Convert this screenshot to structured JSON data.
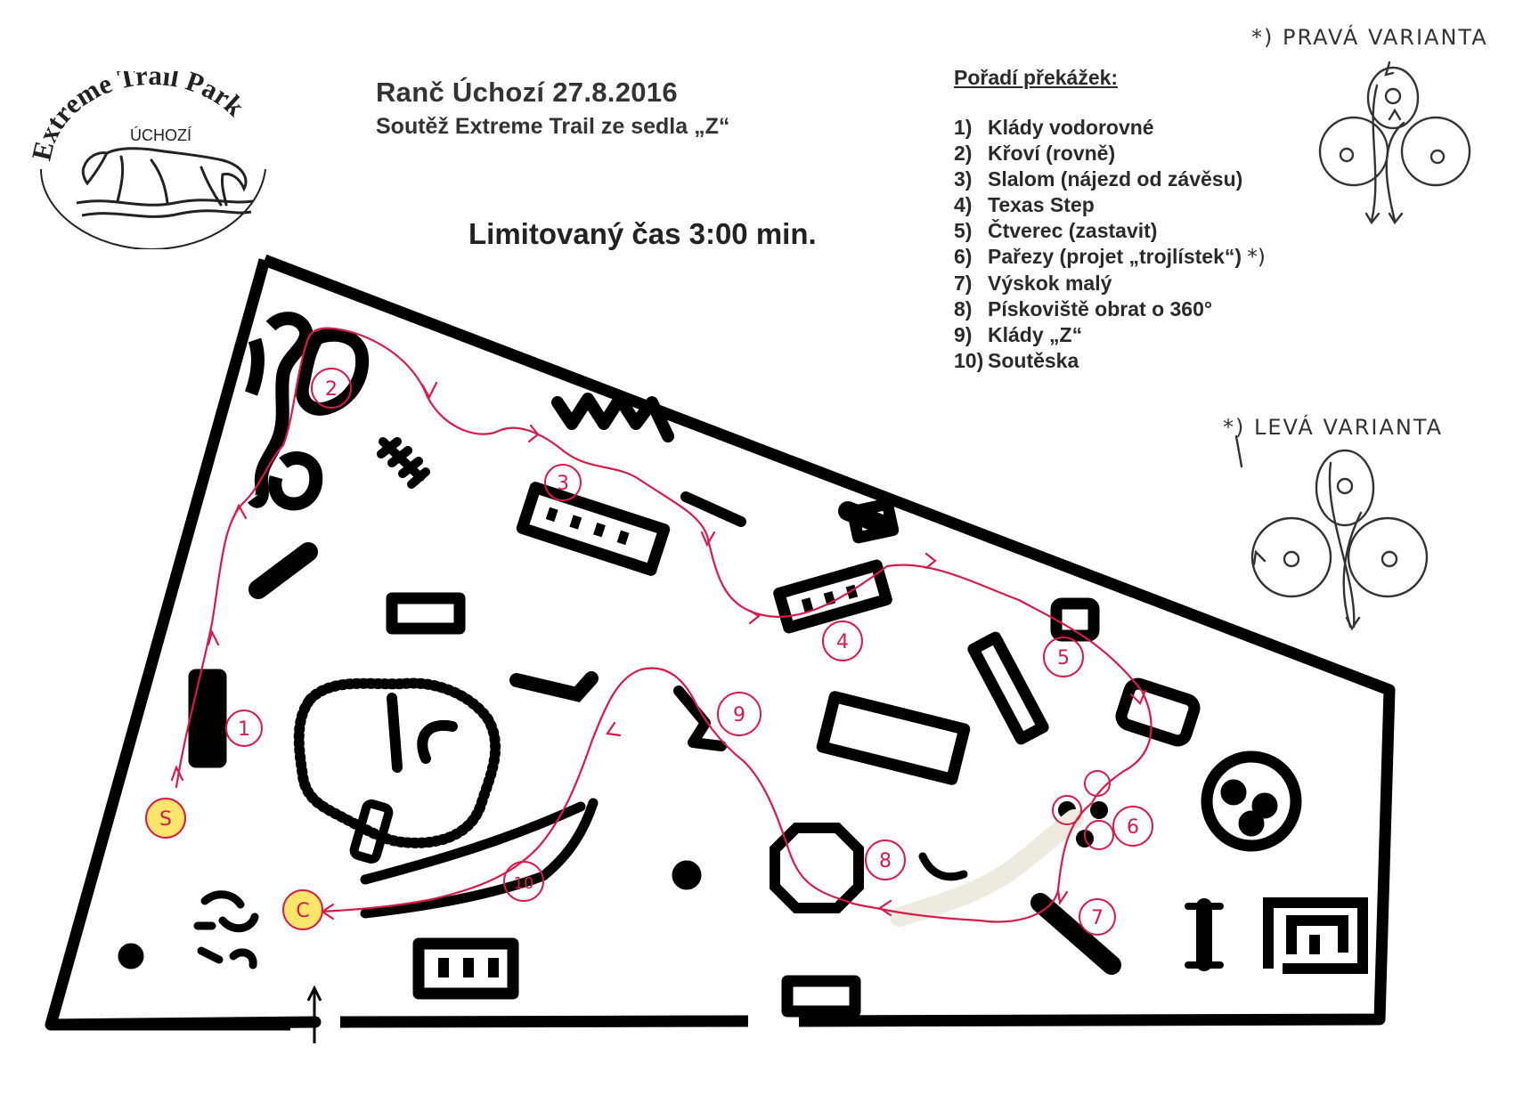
{
  "title": {
    "line1": "Ranč Úchozí  27.8.2016",
    "line2": "Soutěž Extreme Trail ze sedla „Z“"
  },
  "time_limit": "Limitovaný čas 3:00 min.",
  "logo": {
    "name": "Extreme Trail Park",
    "sub": "ÚCHOZÍ"
  },
  "obstacles": {
    "heading": "Pořadí překážek:",
    "items": [
      {
        "num": "1)",
        "name": "Klády vodorovné"
      },
      {
        "num": "2)",
        "name": "Křoví (rovně)"
      },
      {
        "num": "3)",
        "name": "Slalom (nájezd od závěsu)"
      },
      {
        "num": "4)",
        "name": "Texas Step"
      },
      {
        "num": "5)",
        "name": "Čtverec (zastavit)"
      },
      {
        "num": "6)",
        "name": "Pařezy (projet „trojlístek“)"
      },
      {
        "num": "7)",
        "name": "Výskok malý"
      },
      {
        "num": "8)",
        "name": "Pískoviště obrat o 360°"
      },
      {
        "num": "9)",
        "name": "Klády „Z“"
      },
      {
        "num": "10)",
        "name": "Soutěska"
      }
    ],
    "footnote_mark": "*)"
  },
  "variants": {
    "right": "*) PRAVÁ VARIANTA",
    "left": "*) LEVÁ VARIANTA"
  },
  "map_markers": {
    "start": "S",
    "finish": "C",
    "stations": [
      "1",
      "2",
      "3",
      "4",
      "5",
      "6",
      "7",
      "8",
      "9",
      "10"
    ]
  },
  "colors": {
    "ink": "#000000",
    "route": "#d81a4a",
    "highlight": "#ffe56a"
  }
}
